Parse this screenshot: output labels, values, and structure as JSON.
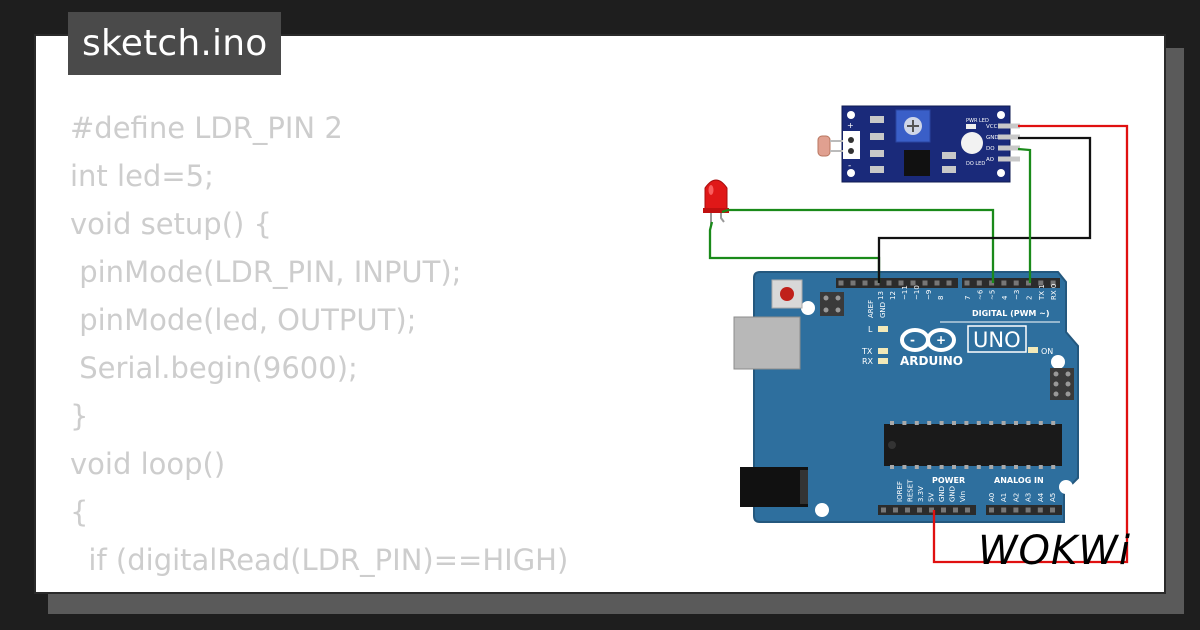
{
  "file_tab": {
    "name": "sketch.ino"
  },
  "code_lines": [
    "#define LDR_PIN 2",
    "int led=5;",
    "void setup() {",
    " pinMode(LDR_PIN, INPUT);",
    " pinMode(led, OUTPUT);",
    " Serial.begin(9600);",
    "}",
    "void loop()",
    "{",
    "  if (digitalRead(LDR_PIN)==HIGH)",
    "  {"
  ],
  "brand": {
    "logo_text": "WOKWi"
  },
  "sensor_module": {
    "pin_labels": [
      "VCC",
      "GND",
      "DO",
      "AO"
    ],
    "led_labels": [
      "PWR LED",
      "DO LED"
    ],
    "plus_label": "+",
    "minus_label": "-"
  },
  "arduino": {
    "logo_text": "ARDUINO",
    "model": "UNO",
    "digital_label": "DIGITAL (PWM ~)",
    "top_pin_labels": [
      "AREF",
      "GND",
      "13",
      "12",
      "~11",
      "~10",
      "~9",
      "8",
      "7",
      "~6",
      "~5",
      "4",
      "~3",
      "2",
      "TX 1",
      "RX 0"
    ],
    "led_labels": [
      "L",
      "TX",
      "RX",
      "ON"
    ],
    "power_label": "POWER",
    "analog_label": "ANALOG IN",
    "power_pin_labels": [
      "IOREF",
      "RESET",
      "3.3V",
      "5V",
      "GND",
      "GND",
      "Vin"
    ],
    "analog_pin_labels": [
      "A0",
      "A1",
      "A2",
      "A3",
      "A4",
      "A5"
    ]
  },
  "colors": {
    "board_blue": "#2e6f9e",
    "wire_red": "#e01010",
    "wire_green": "#1a8a1a",
    "wire_black": "#111111",
    "sensor_blue": "#1a2a7a",
    "led_red": "#e01818"
  }
}
